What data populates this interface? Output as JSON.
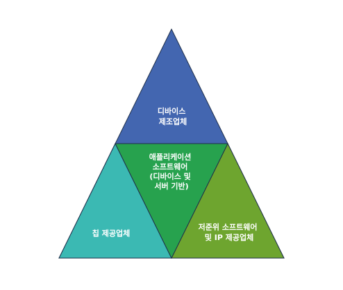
{
  "diagram": {
    "segments": {
      "top": {
        "lines": [
          "디바이스",
          "제조업체"
        ],
        "color": "#4366b0"
      },
      "center": {
        "lines": [
          "애플리케이션",
          "소프트웨어",
          "(디바이스 및",
          "서버 기반)"
        ],
        "color": "#27a24e"
      },
      "bottom_left": {
        "lines": [
          "칩 제공업체"
        ],
        "color": "#3bb9b3"
      },
      "bottom_right": {
        "lines": [
          "저준위 소프트웨어",
          "및 IP 제공업체"
        ],
        "color": "#6ea52f"
      }
    }
  }
}
